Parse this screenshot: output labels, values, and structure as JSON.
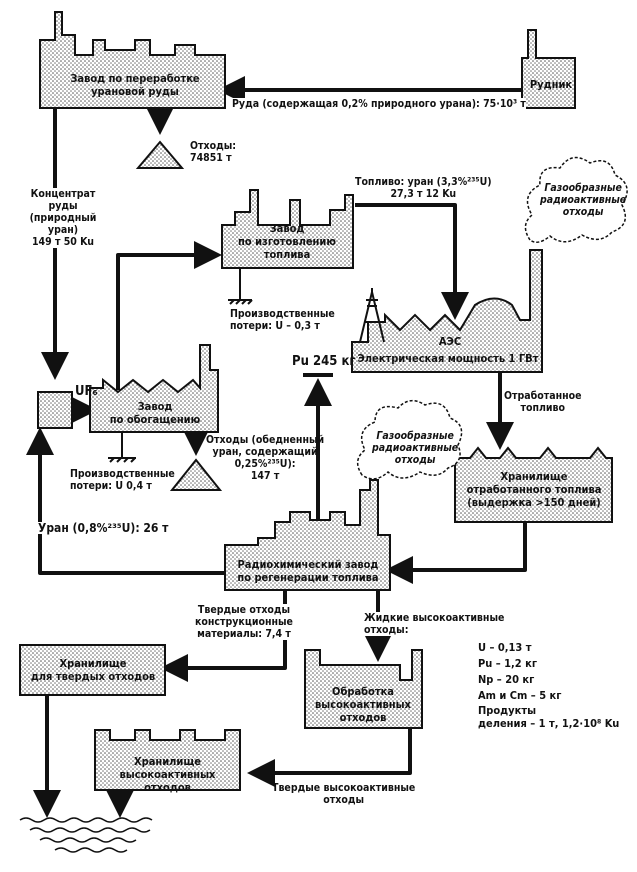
{
  "nodes": {
    "mine": "Рудник",
    "ore_plant": "Завод по переработке\nурановой руды",
    "fuel_plant": "Завод\nпо изготовлению\nтоплива",
    "npp": "АЭС",
    "npp_power": "Электрическая мощность 1 ГВт",
    "enrich_plant": "Завод\nпо обогащению",
    "uf6": "UF₆",
    "spent_storage": "Хранилище\nотработанного топлива\n(выдержка >150 дней)",
    "reprocess_plant": "Радиохимический завод\nпо регенерации топлива",
    "solid_storage": "Хранилище\nдля твердых отходов",
    "hl_treatment": "Обработка\nвысокоактивных\nотходов",
    "hl_storage": "Хранилище\nвысокоактивных отходов"
  },
  "labels": {
    "ore": "Руда (содержащая 0,2% природного урана): 75·10³ т",
    "ore_waste": "Отходы:\n74851 т",
    "concentrate": "Концентрат руды\n(природный уран)\n149 т 50 Ku",
    "fuel": "Топливо: уран (3,3%²³⁵U)\n27,3 т 12 Ku",
    "gas_waste_npp": "Газообразные\nрадиоактивные\nотходы",
    "fab_losses": "Производственные\nпотери: U – 0,3 т",
    "pu": "Pu 245 кг",
    "spent_fuel": "Отработанное\nтопливо",
    "enrich_waste": "Отходы (обедненный\nуран, содержащий\n0,25%²³⁵U):\n147 т",
    "enrich_losses": "Производственные\nпотери: U 0,4 т",
    "gas_waste_reproc": "Газообразные\nрадиоактивные\nотходы",
    "uranium_return": "Уран (0,8%²³⁵U): 26 т",
    "solid_waste": "Твердые отходы\nконструкционные\nматериалы: 7,4 т",
    "liquid_hl_waste": "Жидкие высокоактивные\nотходы:",
    "hl_solid": "Твердые высокоактивные\nотходы"
  },
  "liquid_list": [
    "U – 0,13 т",
    "Pu – 1,2 кг",
    "Np – 20 кг",
    "Am и Cm – 5 кг",
    "Продукты\nделения – 1 т, 1,2·10⁸ Ku"
  ]
}
